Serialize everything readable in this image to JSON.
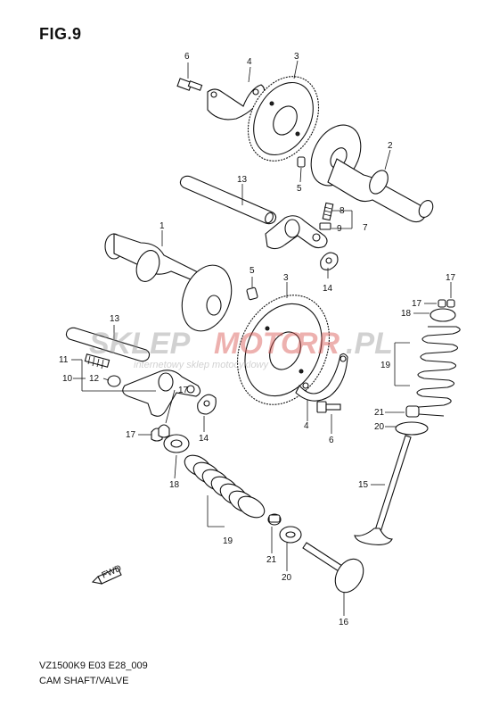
{
  "figure": {
    "title": "FIG.9"
  },
  "footer": {
    "code": "VZ1500K9 E03 E28_009",
    "name": "CAM SHAFT/VALVE"
  },
  "watermark": {
    "brand_a": "SKLEP",
    "brand_b": "MOTO",
    "brand_c": "RR",
    "brand_tld": ".PL",
    "tagline": "internetowy sklep motocyklowy"
  },
  "callouts": {
    "c1": "1",
    "c2": "2",
    "c3a": "3",
    "c3b": "3",
    "c4a": "4",
    "c4b": "4",
    "c5a": "5",
    "c5b": "5",
    "c6a": "6",
    "c6b": "6",
    "c7": "7",
    "c8": "8",
    "c9": "9",
    "c10": "10",
    "c11": "11",
    "c12": "12",
    "c13a": "13",
    "c13b": "13",
    "c14a": "14",
    "c14b": "14",
    "c15": "15",
    "c16": "16",
    "c17a": "17",
    "c17b": "17",
    "c17c": "17",
    "c17d": "17",
    "c18a": "18",
    "c18b": "18",
    "c19a": "19",
    "c19b": "19",
    "c20a": "20",
    "c20b": "20",
    "c21a": "21",
    "c21b": "21"
  },
  "direction_marker": {
    "label": "FWD"
  },
  "colors": {
    "watermark_red": "#d9534f",
    "watermark_grey": "#9a9a9a",
    "line": "#111111"
  }
}
